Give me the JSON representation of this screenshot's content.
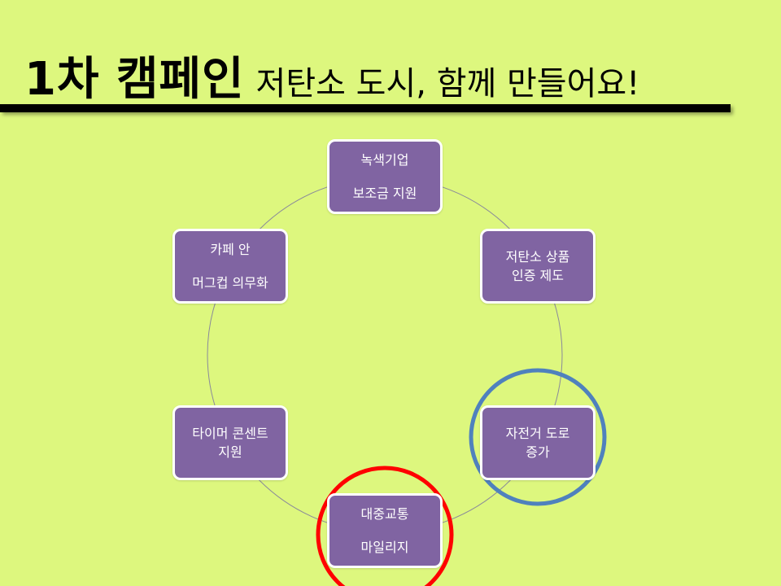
{
  "title": {
    "bold": "1차 캠페인",
    "subtitle": "저탄소 도시, 함께 만들어요!"
  },
  "cycle": {
    "nodes": [
      {
        "id": "green",
        "line1": "녹색기업",
        "line2": "보조금 지원"
      },
      {
        "id": "lowcarbon",
        "line1": "저탄소 상품",
        "line2": "인증 제도"
      },
      {
        "id": "bike",
        "line1": "자전거 도로",
        "line2": "증가"
      },
      {
        "id": "transit",
        "line1": "대중교통",
        "line2": "마일리지"
      },
      {
        "id": "timer",
        "line1": "타이머 콘센트",
        "line2": "지원"
      },
      {
        "id": "mug",
        "line1": "카페 안",
        "line2": "머그컵 의무화"
      }
    ]
  },
  "highlights": {
    "blue_color": "#4f81bd",
    "red_color": "#ff0000"
  },
  "colors": {
    "background": "#ddf77e",
    "node_fill": "#8064a2"
  }
}
